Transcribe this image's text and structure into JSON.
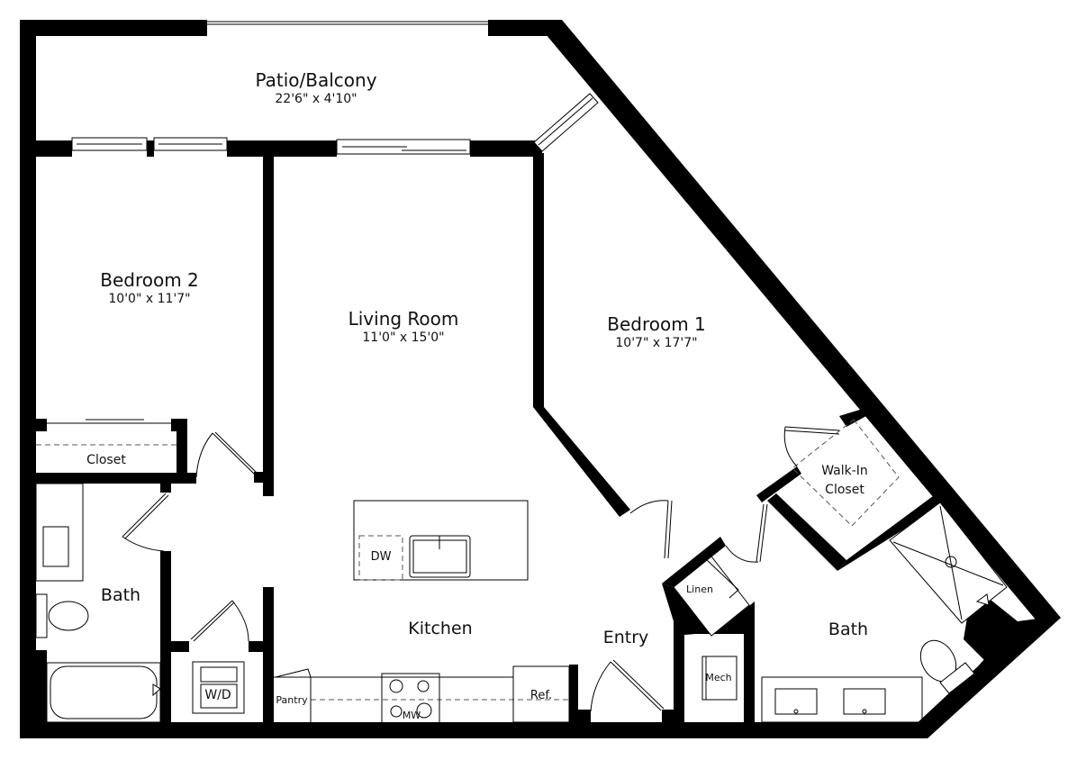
{
  "plan": {
    "rooms": [
      {
        "id": "patio",
        "name": "Patio/Balcony",
        "dims": "22'6\" x 4'10\""
      },
      {
        "id": "bedroom2",
        "name": "Bedroom 2",
        "dims": "10'0\" x 11'7\""
      },
      {
        "id": "living",
        "name": "Living Room",
        "dims": "11'0\" x 15'0\""
      },
      {
        "id": "bedroom1",
        "name": "Bedroom 1",
        "dims": "10'7\" x 17'7\""
      }
    ],
    "labels": {
      "closet": "Closet",
      "bath_left": "Bath",
      "wd": "W/D",
      "kitchen": "Kitchen",
      "dw": "DW",
      "pantry": "Pantry",
      "mw": "MW",
      "ref": "Ref.",
      "entry": "Entry",
      "linen": "Linen",
      "mech": "Mech",
      "walkin": "Walk-In",
      "walkin2": "Closet",
      "bath_right": "Bath"
    },
    "colors": {
      "wall": "#000000",
      "background": "#ffffff",
      "line": "#000000"
    }
  }
}
